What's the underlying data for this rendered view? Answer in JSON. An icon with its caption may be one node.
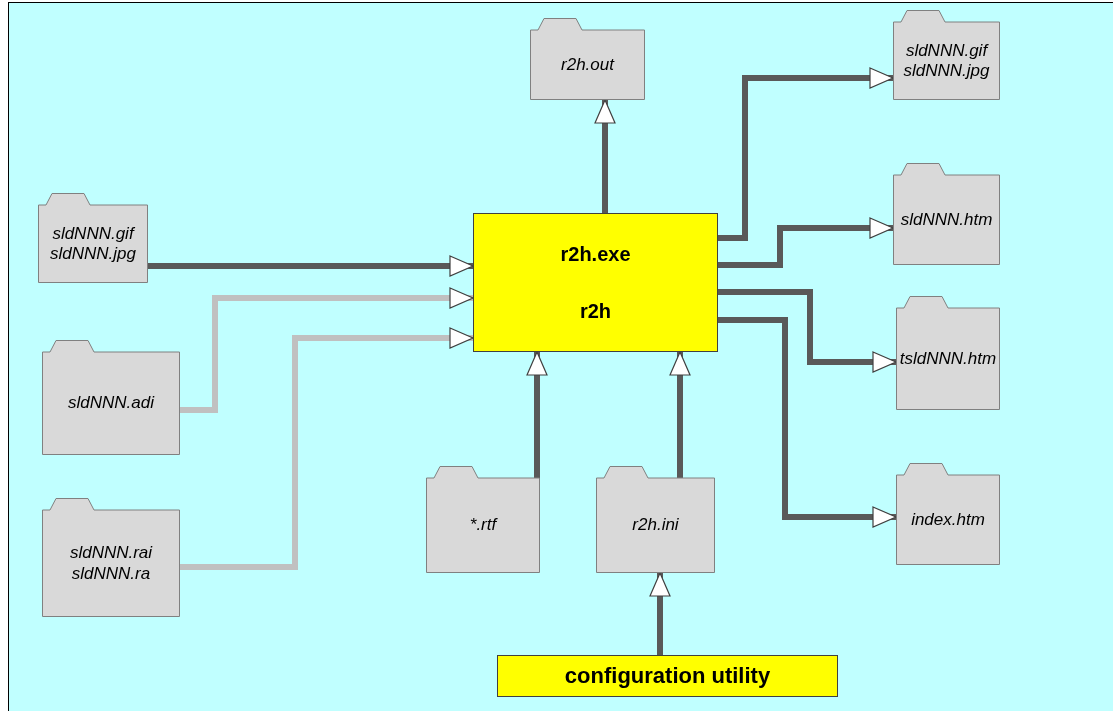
{
  "diagram": {
    "nodes": [
      {
        "text": [
          "r2h.out"
        ]
      },
      {
        "text": [
          "sldNNN.gif sldNNN.jpg"
        ]
      },
      {
        "text": [
          "sldNNN.htm"
        ]
      },
      {
        "text": [
          "tsldNNN.htm"
        ]
      },
      {
        "text": [
          "index.htm"
        ]
      },
      {
        "text": [
          "r2h.exe",
          "r2h"
        ]
      },
      {
        "text": [
          "sldNNN.gif sldNNN.jpg"
        ]
      },
      {
        "text": [
          "sldNNN.adi"
        ]
      },
      {
        "text": [
          "sldNNN.rai sldNNN.ra"
        ]
      },
      {
        "text": [
          "*.rtf"
        ]
      },
      {
        "text": [
          "r2h.ini"
        ]
      },
      {
        "text": [
          "configuration utility"
        ]
      }
    ],
    "edges": [
      {
        "from": 5,
        "to": 0,
        "arrow": "to"
      },
      {
        "from": 5,
        "to": 1,
        "arrow": "to"
      },
      {
        "from": 5,
        "to": 2,
        "arrow": "to"
      },
      {
        "from": 5,
        "to": 3,
        "arrow": "to"
      },
      {
        "from": 5,
        "to": 4,
        "arrow": "to"
      },
      {
        "from": 6,
        "to": 5,
        "arrow": "to"
      },
      {
        "from": 7,
        "to": 5,
        "arrow": "to",
        "color": "#c0c0c0"
      },
      {
        "from": 8,
        "to": 5,
        "arrow": "to",
        "color": "#c0c0c0"
      },
      {
        "from": 9,
        "to": 5,
        "arrow": "to"
      },
      {
        "from": 10,
        "to": 5,
        "arrow": "to"
      },
      {
        "from": 11,
        "to": 10,
        "arrow": "to"
      }
    ]
  }
}
